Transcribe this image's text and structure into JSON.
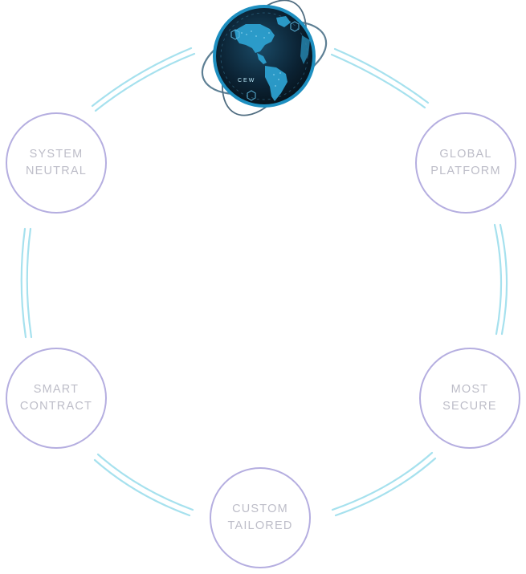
{
  "diagram": {
    "logo_text": "CEW",
    "nodes": [
      {
        "id": "system-neutral",
        "line1": "SYSTEM",
        "line2": "NEUTRAL"
      },
      {
        "id": "global-platform",
        "line1": "GLOBAL",
        "line2": "PLATFORM"
      },
      {
        "id": "smart-contract",
        "line1": "SMART",
        "line2": "CONTRACT"
      },
      {
        "id": "most-secure",
        "line1": "MOST",
        "line2": "SECURE"
      },
      {
        "id": "custom-tailored",
        "line1": "CUSTOM",
        "line2": "TAILORED"
      }
    ]
  },
  "colors": {
    "connector": "#a6e1ee",
    "node_border": "#b5aee0",
    "node_text": "#bdbdc8",
    "globe_dark": "#0b2233",
    "globe_rim": "#1e8fc0",
    "land": "#2ea3d3"
  }
}
